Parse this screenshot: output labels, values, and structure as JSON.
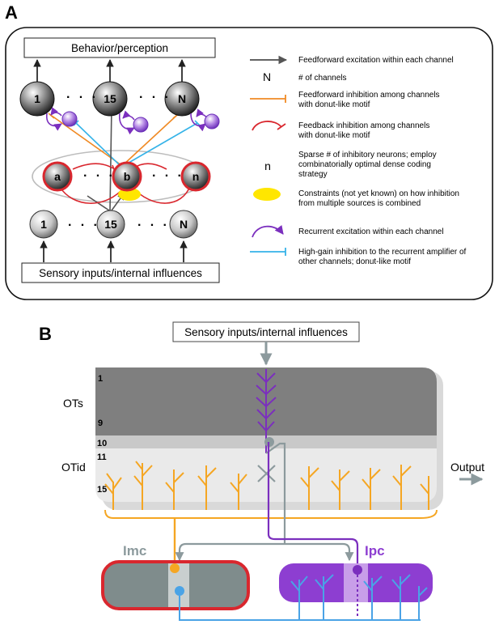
{
  "panel_a": {
    "label": "A",
    "top_box": "Behavior/perception",
    "bottom_box": "Sensory inputs/internal influences",
    "output_nodes": [
      "1",
      "15",
      "N"
    ],
    "inhib_nodes": [
      "a",
      "b",
      "n"
    ],
    "input_nodes": [
      "1",
      "15",
      "N"
    ],
    "dots": "· · ·",
    "legend": [
      {
        "symbol": "arrow-gray",
        "text": "Feedforward excitation within each channel"
      },
      {
        "symbol": "N",
        "text": "# of channels"
      },
      {
        "symbol": "tbar-orange",
        "text": "Feedforward inhibition among channels\nwith donut-like motif"
      },
      {
        "symbol": "arc-red",
        "text": "Feedback inhibition among channels\nwith donut-like motif"
      },
      {
        "symbol": "n",
        "text": "Sparse # of inhibitory neurons; employ\ncombinatorially optimal dense coding\nstrategy"
      },
      {
        "symbol": "ellipse-yellow",
        "text": "Constraints (not yet known) on how inhibition\nfrom multiple sources is combined"
      },
      {
        "symbol": "arc-purple",
        "text": "Recurrent excitation within each channel"
      },
      {
        "symbol": "tbar-cyan",
        "text": "High-gain inhibition to the recurrent amplifier of\nother channels; donut-like motif"
      }
    ]
  },
  "panel_b": {
    "label": "B",
    "input_box": "Sensory inputs/internal influences",
    "ots_label": "OTs",
    "otid_label": "OTid",
    "output_label": "Output",
    "layers": [
      "1",
      "9",
      "10",
      "11",
      "15"
    ],
    "imc_label": "Imc",
    "ipc_label": "Ipc"
  },
  "colors": {
    "feedforward": "#4d4d4d",
    "ff_inhibition": "#f08a24",
    "fb_inhibition": "#d9272e",
    "recurrent": "#7b2fbe",
    "high_gain": "#35b3e8",
    "constraint": "#ffe600",
    "otid": "#f5a623",
    "gray_pathway": "#8c9a9d",
    "blue_pathway": "#4aa3e6"
  }
}
